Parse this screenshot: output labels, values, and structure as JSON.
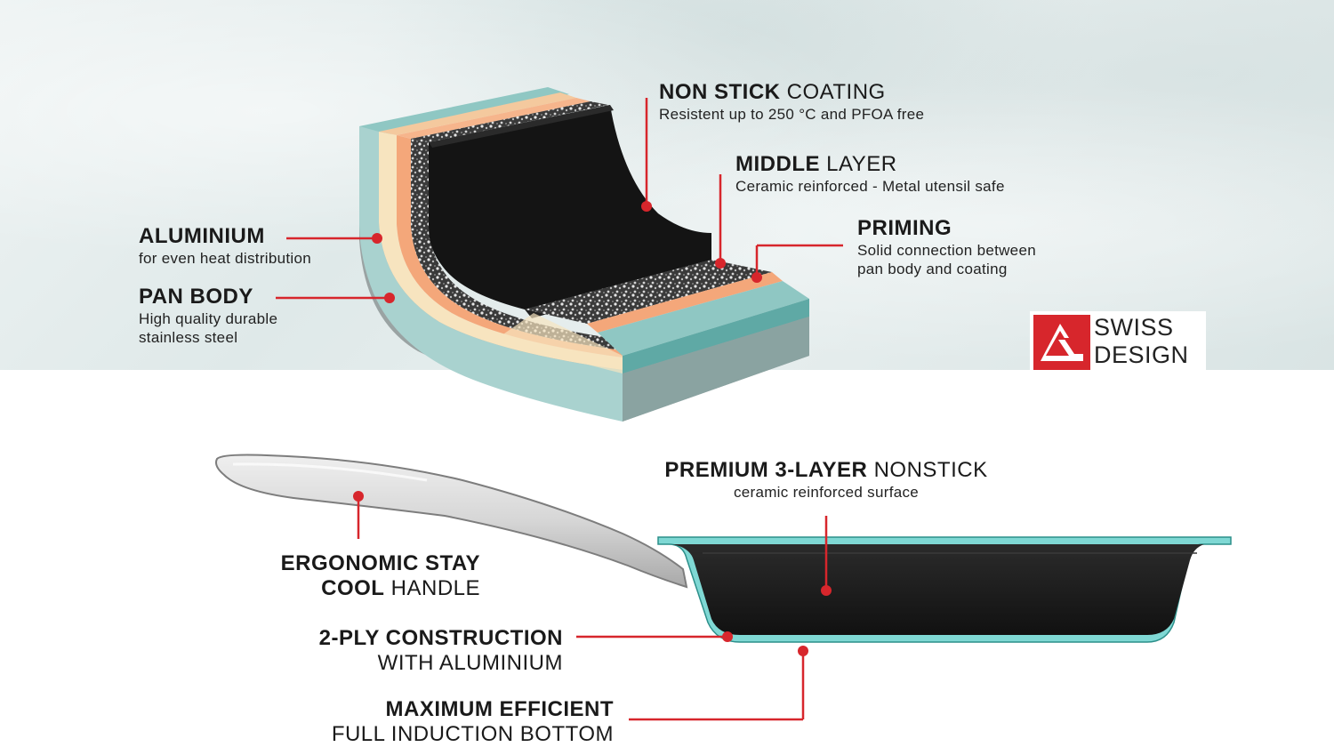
{
  "layers": {
    "non_stick": {
      "title_bold": "NON STICK",
      "title_light": "COATING",
      "desc": "Resistent up to 250 °C and PFOA free"
    },
    "middle": {
      "title_bold": "MIDDLE",
      "title_light": "LAYER",
      "desc": "Ceramic reinforced - Metal utensil safe"
    },
    "priming": {
      "title_bold": "PRIMING",
      "desc_line1": "Solid connection between",
      "desc_line2": "pan body and coating"
    },
    "aluminium": {
      "title_bold": "ALUMINIUM",
      "desc": "for even heat distribution"
    },
    "pan_body": {
      "title_bold": "PAN BODY",
      "desc_line1": "High quality durable",
      "desc_line2": "stainless steel"
    }
  },
  "logo": {
    "line1": "SWISS",
    "line2": "DESIGN"
  },
  "pan": {
    "premium": {
      "title_bold": "PREMIUM 3-LAYER",
      "title_light": "NONSTICK",
      "desc": "ceramic reinforced surface"
    },
    "handle": {
      "line1_bold": "ERGONOMIC STAY",
      "line2_bold": "COOL",
      "line2_light": "HANDLE"
    },
    "two_ply": {
      "line1_bold": "2-PLY CONSTRUCTION",
      "line2_light": "WITH ALUMINIUM"
    },
    "induction": {
      "line1_bold": "MAXIMUM EFFICIENT",
      "line2_light": "FULL INDUCTION BOTTOM"
    }
  },
  "colors": {
    "accent_red": "#d7262c",
    "teal": "#8fc7c3",
    "teal_dark": "#5fa9a5",
    "peach": "#f4a77a",
    "cream": "#f7e4bf",
    "black_coating": "#141414",
    "pan_teal": "#7fd8d4"
  }
}
